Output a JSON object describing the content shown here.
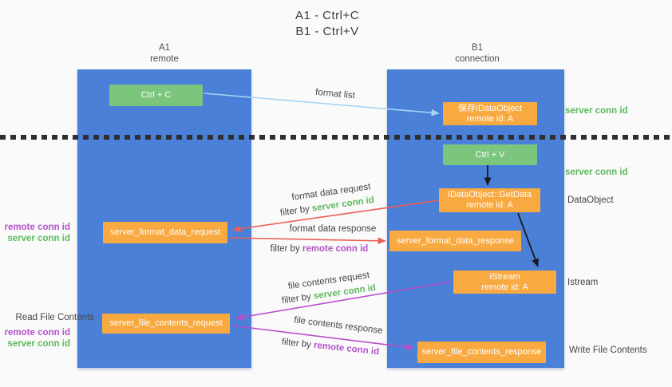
{
  "title": {
    "line1": "A1 - Ctrl+C",
    "line2": "B1 - Ctrl+V"
  },
  "columns": {
    "left": {
      "name": "A1",
      "subtitle": "remote"
    },
    "right": {
      "name": "B1",
      "subtitle": "connection"
    }
  },
  "nodes": {
    "ctrl_c": {
      "label": "Ctrl + C"
    },
    "ctrl_v": {
      "label": "Ctrl + V"
    },
    "save_idataobject": {
      "line1": "保存IDataObject",
      "line2": "remote id: A"
    },
    "getdata": {
      "line1": "IDataObject::GetData",
      "line2": "remote id: A"
    },
    "istream": {
      "line1": "IStream",
      "line2": "remote id: A"
    },
    "server_format_data_request": {
      "label": "server_format_data_request"
    },
    "server_format_data_response": {
      "label": "server_format_data_response"
    },
    "server_file_contents_request": {
      "label": "server_file_contents_request"
    },
    "server_file_contents_response": {
      "label": "server_file_contents_response"
    }
  },
  "arrow_labels": {
    "format_list": "format list",
    "format_data_request": "format data request",
    "format_data_request_filter_prefix": "filter by ",
    "format_data_request_filter_key": "server conn id",
    "format_data_response": "format data response",
    "format_data_response_filter_prefix": "filter by ",
    "format_data_response_filter_key": "remote conn id",
    "file_contents_request": "file contents request",
    "file_contents_request_filter_prefix": "filter by ",
    "file_contents_request_filter_key": "server conn id",
    "file_contents_response": "file contents response",
    "file_contents_response_filter_prefix": "filter by ",
    "file_contents_response_filter_key": "remote conn id"
  },
  "side_labels": {
    "server_conn_id_top": "server conn id",
    "server_conn_id_mid": "server conn id",
    "dataobject": "DataObject",
    "istream": "Istream",
    "write_file_contents": "Write File Contents",
    "read_file_contents": "Read File Contents",
    "format_remote_conn_id": "remote conn id",
    "format_server_conn_id": "server conn id",
    "file_remote_conn_id": "remote conn id",
    "file_server_conn_id": "server conn id"
  },
  "colors": {
    "column_blue": "#4a80d8",
    "node_green": "#7cc57d",
    "node_orange": "#f8a93f",
    "accent_green": "#5eb95e",
    "accent_purple": "#b352c9",
    "arrow_red": "#ec5f55",
    "arrow_light_blue": "#a6d5f2",
    "arrow_purple": "#b84fc9",
    "arrow_black": "#1a1a1a",
    "background": "#fafafa"
  }
}
